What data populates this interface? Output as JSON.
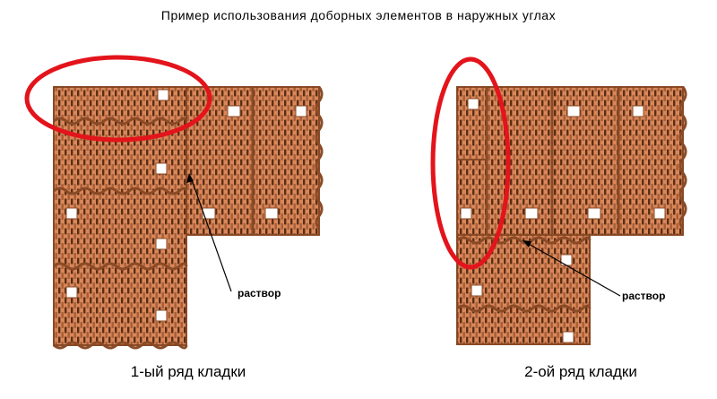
{
  "title": "Пример использования доборных элементов в наружных углах",
  "left": {
    "caption": "1-ый ряд кладки",
    "mortar_label": "раствор"
  },
  "right": {
    "caption": "2-ой ряд кладки",
    "mortar_label": "раствор"
  },
  "colors": {
    "block_fill": "#D9875A",
    "block_edge": "#8A4A26",
    "slot": "#5A2E14",
    "pocket": "#FFFFFF",
    "highlight": "#E3141B"
  }
}
